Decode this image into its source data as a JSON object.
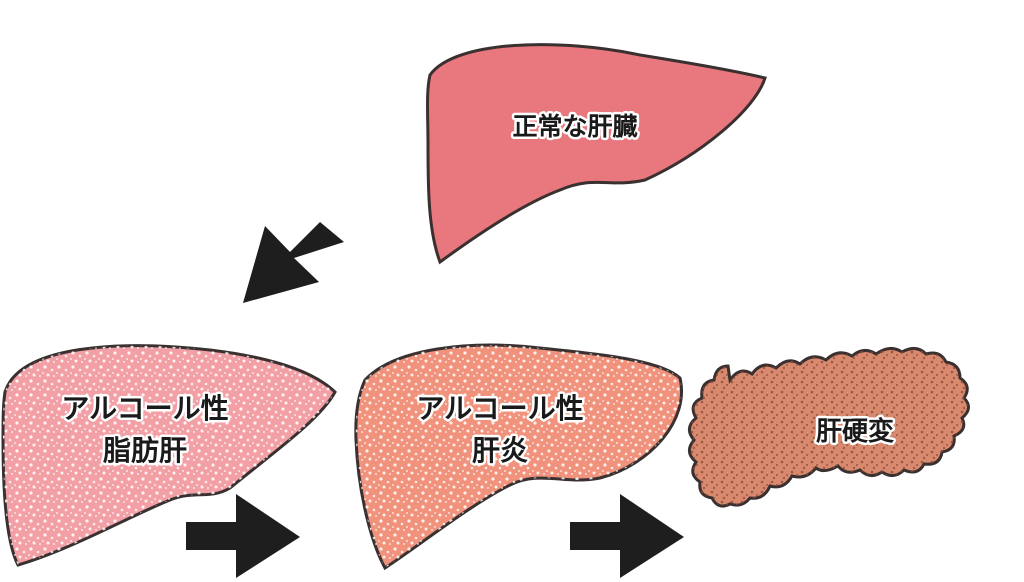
{
  "stages": [
    {
      "id": "normal",
      "label_lines": [
        "正常な肝臓"
      ],
      "fill": "#e8787e",
      "texture": "none"
    },
    {
      "id": "fatty",
      "label_lines": [
        "アルコール性",
        "脂肪肝"
      ],
      "fill": "#f2a0a6",
      "texture": "white-speckle"
    },
    {
      "id": "hepatitis",
      "label_lines": [
        "アルコール性",
        "肝炎"
      ],
      "fill": "#f0927c",
      "texture": "white-speckle"
    },
    {
      "id": "cirrhosis",
      "label_lines": [
        "肝硬変"
      ],
      "fill": "#d98a6e",
      "texture": "dark-dots"
    }
  ],
  "colors": {
    "outline": "#3a3030",
    "arrow": "#1e1e1e"
  }
}
